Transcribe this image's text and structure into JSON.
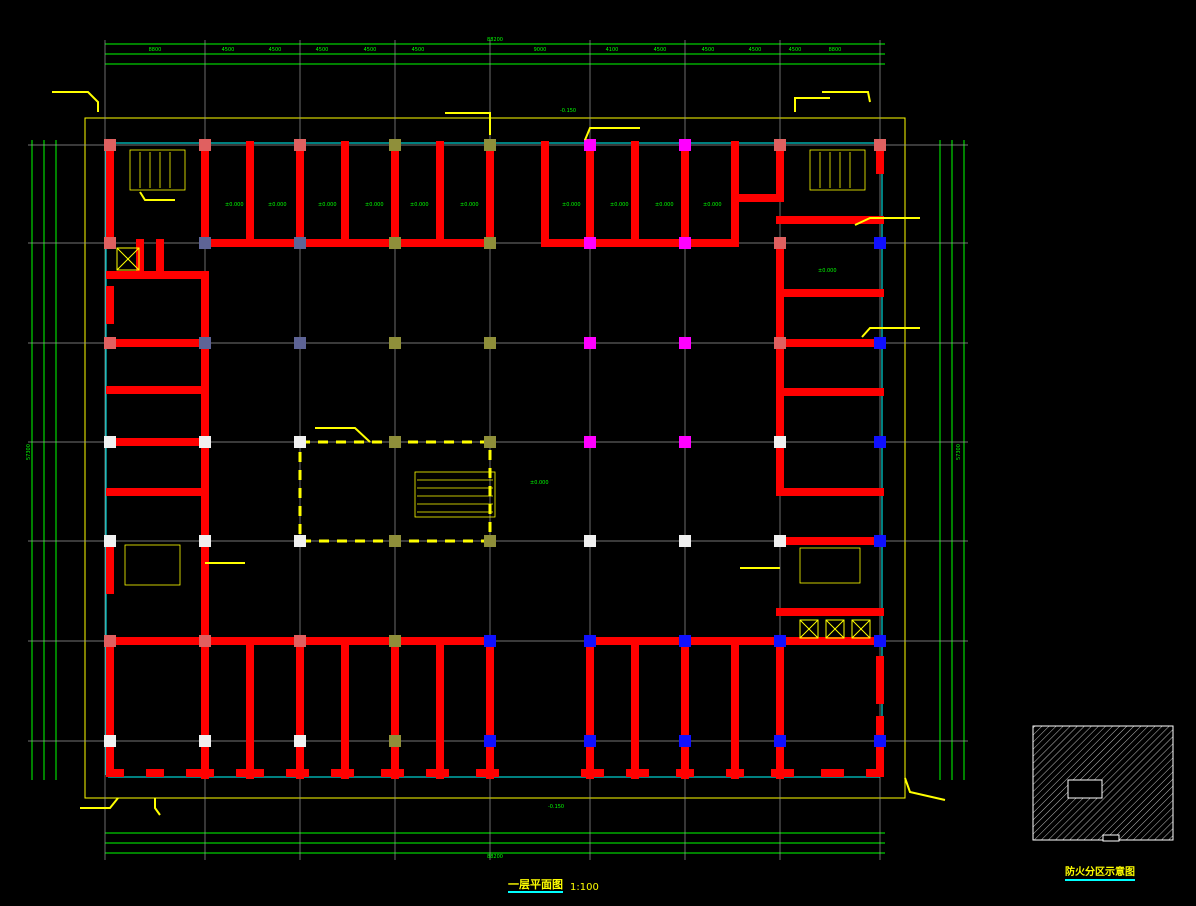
{
  "drawing": {
    "title": "一层平面图",
    "scale": "1:100",
    "fire_zone_title": "防火分区示意图",
    "total_width_dim": "88200",
    "total_height_dim": "57300",
    "top_bay_dims": [
      "8800",
      "4500",
      "4500",
      "4500",
      "4500",
      "4500",
      "9000",
      "4100",
      "4500",
      "4500",
      "4500",
      "4500",
      "8800"
    ],
    "room_levels": [
      "±0.000",
      "±0.000",
      "±0.000",
      "±0.000",
      "±0.000",
      "±0.000",
      "±0.000",
      "±0.000",
      "±0.000",
      "±0.000",
      "±0.000"
    ],
    "atrium_level": "±0.000",
    "entrance_level": "-0.150"
  },
  "colors": {
    "wall": "#ff0000",
    "axis": "#c8c8c8",
    "dim": "#00ff00",
    "leader": "#ffff00",
    "glass": "#00ffff",
    "col_olive": "#8f8f3a",
    "col_magenta": "#ff00ff",
    "col_blue": "#1010ff",
    "col_slate": "#5e6496",
    "col_white": "#f0f0f0"
  }
}
